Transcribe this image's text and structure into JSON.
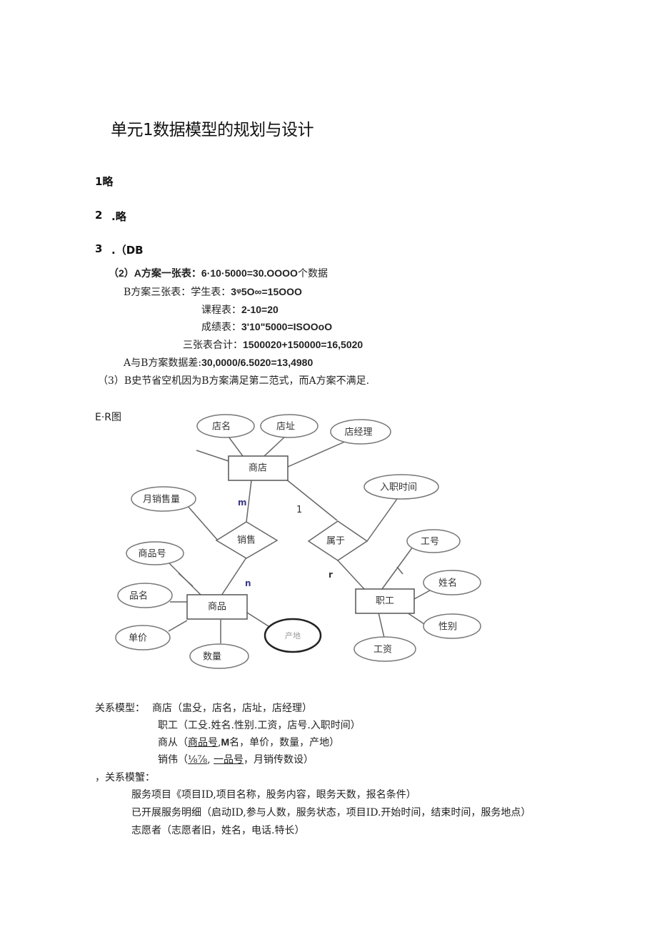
{
  "title": "单元1数据模型的规划与设计",
  "answers": {
    "q1": "1略",
    "q2_num": "2",
    "q2_text": ".略",
    "q3_num": "3",
    "q3_text": ".（DB"
  },
  "part2": {
    "a_line_prefix": "（2）",
    "a_line_label": "A方案一张表：",
    "a_line_calc": "6·10·5000=30.OOOO",
    "a_line_suffix": "个数据",
    "b_line_label": "B方案三张表：学生表：",
    "b_line_calc": "3ᵠ5O∞=15OOO",
    "course_label": "课程表：",
    "course_calc": "2-10=20",
    "grade_label": "成绩表：",
    "grade_calc": "3'10\"5000=ISOOoO",
    "total_label": "三张表合计：",
    "total_calc": "1500020+150000=16,5020",
    "diff_label": "A与B方案数据差:",
    "diff_calc": "30,0000/6.5020=13,4980"
  },
  "part3": {
    "text": "（3）B史节省空机因为B方案满足第二范式，而A方案不满足."
  },
  "er_diagram": {
    "label": "E·R图",
    "entities": [
      {
        "id": "shop",
        "name": "商店"
      },
      {
        "id": "product",
        "name": "商品"
      },
      {
        "id": "employee",
        "name": "职工"
      }
    ],
    "relationships": [
      {
        "id": "sale",
        "name": "销售"
      },
      {
        "id": "belong",
        "name": "属于"
      }
    ],
    "attributes": {
      "shop_name": "店名",
      "shop_addr": "店址",
      "shop_manager": "店经理",
      "monthly_sales": "月销售量",
      "product_no": "商品号",
      "product_name": "品名",
      "price": "单价",
      "quantity": "数量",
      "origin": "产地",
      "hire_time": "入职时间",
      "emp_no": "工号",
      "emp_name": "姓名",
      "gender": "性别",
      "salary": "工资"
    },
    "cardinalities": {
      "shop_sale": "m",
      "sale_product": "n",
      "shop_belong": "1",
      "belong_employee": "r"
    }
  },
  "relational_model": {
    "label": "关系模型：",
    "rows": [
      {
        "prefix": "商店（盅殳，店名，店址，店经理）"
      },
      {
        "prefix": "职工（工殳.姓名.性别.工资，店号.入职时间）"
      },
      {
        "name": "商从（",
        "key": "商品号",
        "rest_bold": "M",
        "rest": "名，单价，数量，产地）"
      },
      {
        "name": "销伟（",
        "key1": "⅛⅞",
        "key2": "一品号",
        "rest": "，月销传数设）"
      }
    ]
  },
  "relational_model_2": {
    "label": "，关系模蟹：",
    "rows": [
      "服务项目《项目ID,项目名称，股务内容，眼务天数，报名条件）",
      "已开展服务明细（启动ID,参与人数，服务状态，项目ID.开始时间，结束时间，服务地点）",
      "志愿者（志愿者旧，姓名，电话.特长）"
    ]
  }
}
